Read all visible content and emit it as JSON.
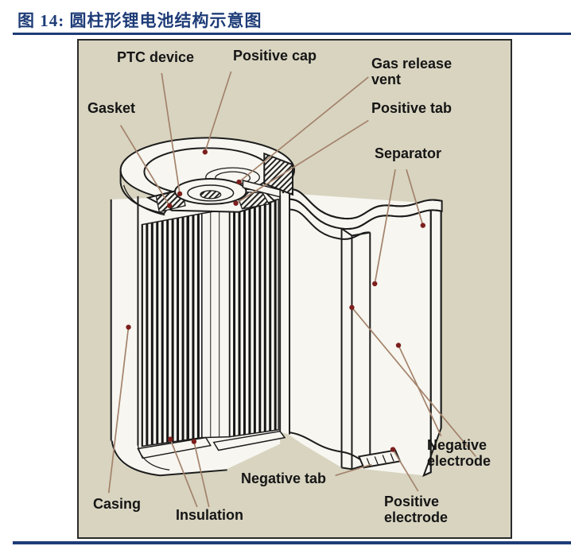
{
  "figure": {
    "title": "图 14: 圆柱形锂电池结构示意图",
    "accent_color": "#1e3c78"
  },
  "diagram": {
    "background_color": "#d8d4c0",
    "line_color": "#1c1c1c",
    "paper_color": "#f7f6f0",
    "leader_line_color": "#a3826b",
    "marker_dot_color": "#7c1f1c",
    "labels": {
      "ptc_device": "PTC device",
      "positive_cap": "Positive cap",
      "gas_release_vent": "Gas release\nvent",
      "positive_tab": "Positive tab",
      "gasket": "Gasket",
      "separator": "Separator",
      "negative_electrode": "Negative\nelectrode",
      "negative_tab": "Negative tab",
      "positive_electrode": "Positive\nelectrode",
      "casing": "Casing",
      "insulation": "Insulation"
    }
  }
}
